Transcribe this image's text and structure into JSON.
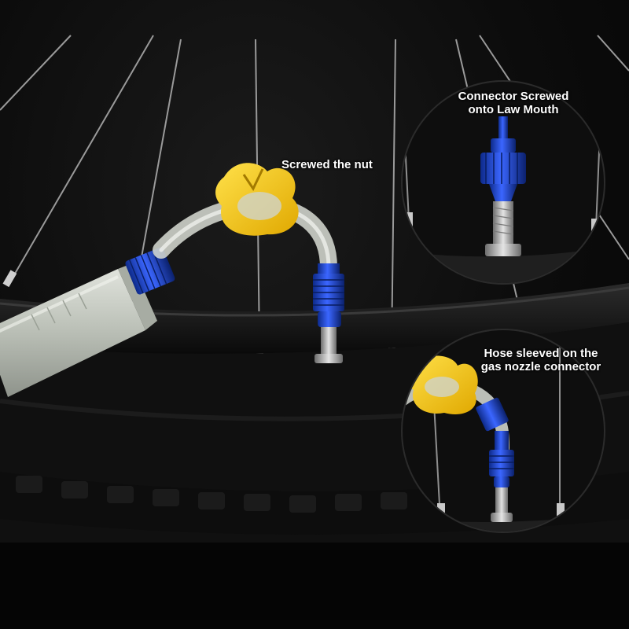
{
  "captions": {
    "screwed_nut": "Screwed  the nut",
    "connector_line1": "Connector Screwed",
    "connector_line2": "onto Law Mouth",
    "hose_line1": "Hose sleeved on the",
    "hose_line2": "gas nozzle connector"
  },
  "colors": {
    "background": "#0b0b0b",
    "tire": "#111111",
    "clip_yellow": "#f5c400",
    "connector_blue": "#1f45c8",
    "valve_steel": "#bdbdbd",
    "syringe": "#c9cdc6",
    "callout_border": "#2a2a2a"
  }
}
